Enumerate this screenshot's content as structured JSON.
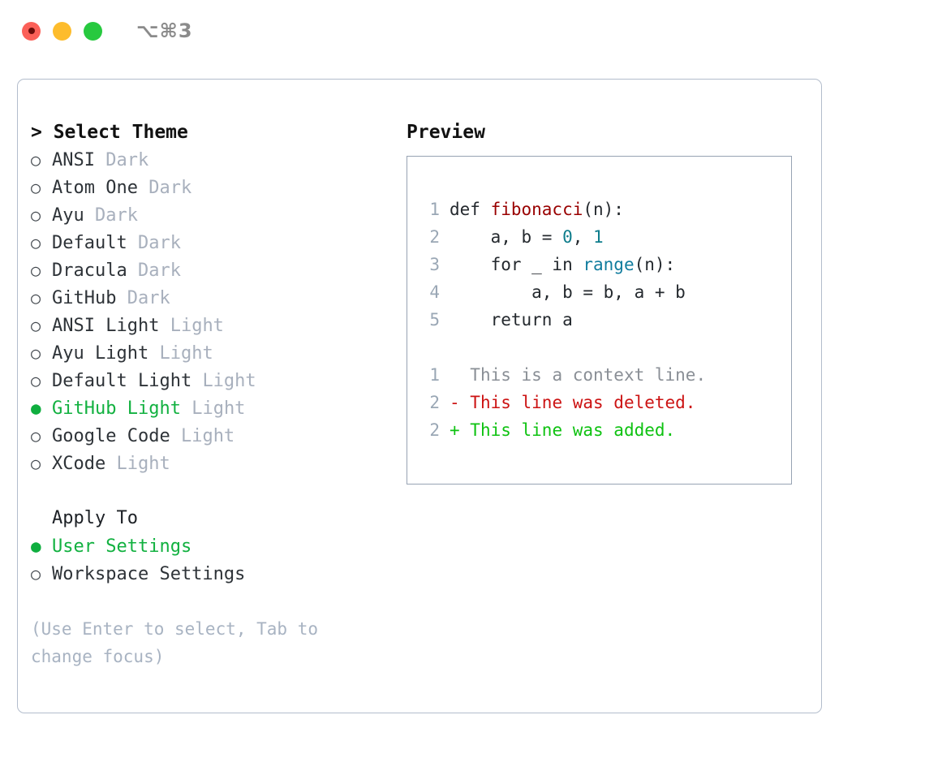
{
  "titlebar": {
    "shortcut": "⌥⌘3",
    "lights": [
      "close",
      "minimize",
      "maximize"
    ]
  },
  "theme_list": {
    "header": "> Select Theme",
    "items": [
      {
        "bullet": "○",
        "label": "ANSI",
        "tag": "Dark",
        "selected": false
      },
      {
        "bullet": "○",
        "label": "Atom One",
        "tag": "Dark",
        "selected": false
      },
      {
        "bullet": "○",
        "label": "Ayu",
        "tag": "Dark",
        "selected": false
      },
      {
        "bullet": "○",
        "label": "Default",
        "tag": "Dark",
        "selected": false
      },
      {
        "bullet": "○",
        "label": "Dracula",
        "tag": "Dark",
        "selected": false
      },
      {
        "bullet": "○",
        "label": "GitHub",
        "tag": "Dark",
        "selected": false
      },
      {
        "bullet": "○",
        "label": "ANSI Light",
        "tag": "Light",
        "selected": false
      },
      {
        "bullet": "○",
        "label": "Ayu Light",
        "tag": "Light",
        "selected": false
      },
      {
        "bullet": "○",
        "label": "Default Light",
        "tag": "Light",
        "selected": false
      },
      {
        "bullet": "●",
        "label": "GitHub Light",
        "tag": "Light",
        "selected": true
      },
      {
        "bullet": "○",
        "label": "Google Code",
        "tag": "Light",
        "selected": false
      },
      {
        "bullet": "○",
        "label": "XCode",
        "tag": "Light",
        "selected": false
      }
    ]
  },
  "apply_to": {
    "title": "Apply To",
    "items": [
      {
        "bullet": "●",
        "label": "User Settings",
        "selected": true
      },
      {
        "bullet": "○",
        "label": "Workspace Settings",
        "selected": false
      }
    ]
  },
  "hint": "(Use Enter to select, Tab to change focus)",
  "preview": {
    "title": "Preview",
    "code_lines": [
      {
        "no": "1",
        "tokens": [
          {
            "t": "def ",
            "c": "plain"
          },
          {
            "t": "fibonacci",
            "c": "fn"
          },
          {
            "t": "(n):",
            "c": "plain"
          }
        ]
      },
      {
        "no": "2",
        "tokens": [
          {
            "t": "    a, b = ",
            "c": "plain"
          },
          {
            "t": "0",
            "c": "num"
          },
          {
            "t": ", ",
            "c": "plain"
          },
          {
            "t": "1",
            "c": "num"
          }
        ]
      },
      {
        "no": "3",
        "tokens": [
          {
            "t": "    for _ in ",
            "c": "plain"
          },
          {
            "t": "range",
            "c": "call"
          },
          {
            "t": "(n):",
            "c": "plain"
          }
        ]
      },
      {
        "no": "4",
        "tokens": [
          {
            "t": "        a, b = b, a + b",
            "c": "plain"
          }
        ]
      },
      {
        "no": "5",
        "tokens": [
          {
            "t": "    return a",
            "c": "plain"
          }
        ]
      }
    ],
    "diff_lines": [
      {
        "no": "1",
        "marker": "  ",
        "text": "This is a context line.",
        "kind": "context"
      },
      {
        "no": "2",
        "marker": "- ",
        "text": "This line was deleted.",
        "kind": "del"
      },
      {
        "no": "2",
        "marker": "+ ",
        "text": "This line was added.",
        "kind": "add"
      }
    ]
  },
  "colors": {
    "accent_green": "#12b140",
    "muted": "#a8b0bd",
    "border": "#b3bdcc",
    "preview_border": "#97a3b3",
    "diff_add": "#0ec211",
    "diff_del": "#cc1313",
    "token_fn": "#990000",
    "token_call": "#107c9e",
    "token_num": "#0f7d8c"
  }
}
